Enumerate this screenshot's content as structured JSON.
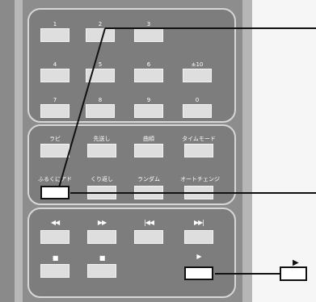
{
  "numpad": {
    "row1": [
      "1",
      "2",
      "3"
    ],
    "row2": [
      "4",
      "5",
      "6",
      "±10"
    ],
    "row3": [
      "7",
      "8",
      "9",
      "0"
    ]
  },
  "function_row1": [
    "ラビ",
    "先送し",
    "曲順",
    "タイムモード"
  ],
  "function_row2": [
    "ふるくにアド",
    "くり返し",
    "ランダム",
    "オートチェンジ"
  ],
  "transport_row1": [
    "◀◀",
    "▶▶",
    "|◀◀",
    "▶▶|"
  ],
  "transport_row2": [
    "■",
    "■"
  ],
  "play_symbol": "▶",
  "callout_play_symbol": "▶"
}
